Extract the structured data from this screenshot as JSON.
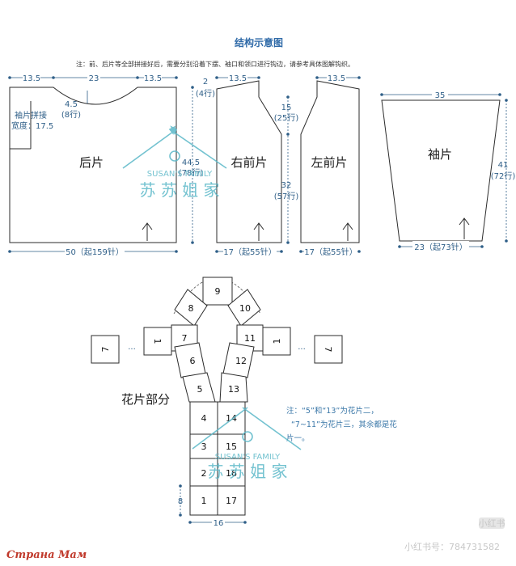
{
  "title": "结构示意图",
  "note": "注：前、后片等全部拼接好后，需要分别沿着下摆、袖口和领口进行钩边，请参考具体图解钩织。",
  "back": {
    "label": "后片",
    "top_left": "13.5",
    "top_mid": "23",
    "top_right": "13.5",
    "neck_depth": "4.5",
    "neck_rows": "(8行)",
    "seam_label": "袖片拼接",
    "seam_width": "宽度：17.5",
    "height": "44.5",
    "height_rows": "(78行)",
    "bottom": "50（起159针）"
  },
  "right_front": {
    "label": "右前片",
    "top": "13.5",
    "shoulder": "2",
    "shoulder_rows": "(4行)",
    "upper": "15",
    "upper_rows": "(25行)",
    "lower": "32",
    "lower_rows": "(57行)",
    "bottom": "17（起55针）"
  },
  "left_front": {
    "label": "左前片",
    "top": "13.5",
    "bottom": "17（起55针）"
  },
  "sleeve": {
    "label": "袖片",
    "top": "35",
    "height": "41",
    "height_rows": "(72行)",
    "bottom": "23（起73针）"
  },
  "flowers": {
    "label": "花片部分",
    "numbers": [
      "1",
      "2",
      "3",
      "4",
      "5",
      "6",
      "7",
      "8",
      "9",
      "10",
      "11",
      "12",
      "13",
      "14",
      "15",
      "16",
      "17"
    ],
    "cell_height": "8",
    "width": "16",
    "note_line1": "注：“5”和“13”为花片二，",
    "note_line2": "“7~11”为花片三，其余都是花",
    "note_line3": "片一。",
    "side_1": "1",
    "side_7": "7",
    "dots": "..."
  },
  "watermark": {
    "brand": "SUSAN'S FAMILY",
    "cn": "苏 苏 姐 家"
  },
  "footer": {
    "site_tag": "小红书",
    "id_text": "小红书号：784731582",
    "stamp": "Страна Мам"
  },
  "colors": {
    "line": "#2b2b2b",
    "dim": "#2f5f88",
    "watermark": "#5bb8c8",
    "stamp": "#c0392b"
  }
}
